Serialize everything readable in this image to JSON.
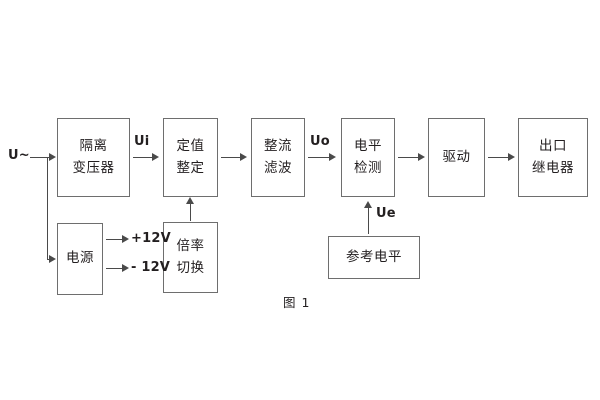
{
  "diagram": {
    "caption": "图 1",
    "blocks": [
      {
        "id": "isolation-transformer",
        "line1": "隔离",
        "line2": "变压器"
      },
      {
        "id": "setting-value",
        "line1": "定值",
        "line2": "整定"
      },
      {
        "id": "rectify-filter",
        "line1": "整流",
        "line2": "滤波"
      },
      {
        "id": "level-detection",
        "line1": "电平",
        "line2": "检测"
      },
      {
        "id": "drive",
        "line1": "驱动",
        "line2": ""
      },
      {
        "id": "output-relay",
        "line1": "出口",
        "line2": "继电器"
      },
      {
        "id": "power-supply",
        "line1": "电源",
        "line2": ""
      },
      {
        "id": "multiplier-switch",
        "line1": "倍率",
        "line2": "切换"
      },
      {
        "id": "reference-level",
        "line1": "参考电平",
        "line2": ""
      }
    ],
    "signals": {
      "input": "U~",
      "ui": "Ui",
      "uo": "Uo",
      "ue": "Ue",
      "rail_positive": "+12V",
      "rail_negative": "- 12V"
    },
    "colors": {
      "box_border": "#6e6e6e",
      "line": "#4a4a4a",
      "text": "#231f20",
      "background": "#ffffff"
    }
  }
}
